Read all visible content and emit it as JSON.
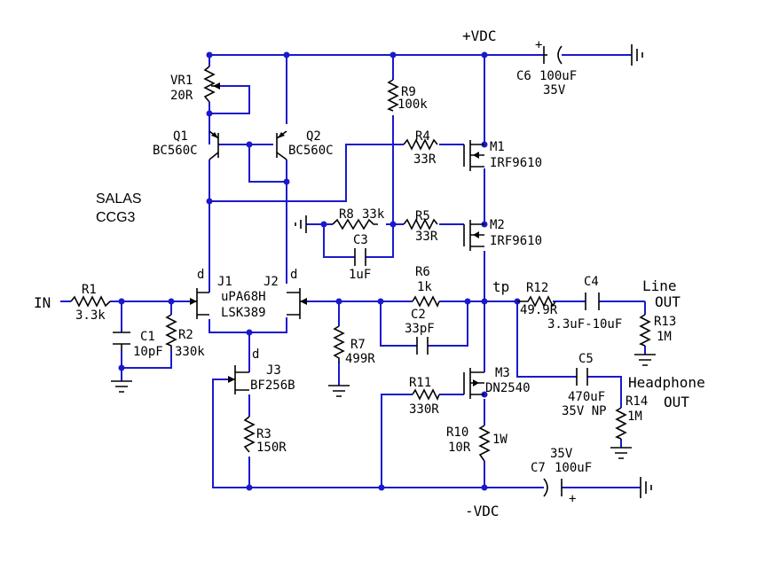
{
  "title": "SALAS",
  "subtitle": "CCG3",
  "rails": {
    "positive": "+VDC",
    "negative": "-VDC"
  },
  "input": {
    "label": "IN"
  },
  "outputs": {
    "line": [
      "Line",
      "OUT"
    ],
    "headphone": [
      "Headphone",
      "OUT"
    ],
    "test_point": "tp"
  },
  "components": {
    "VR1": {
      "ref": "VR1",
      "value": "20R"
    },
    "Q1": {
      "ref": "Q1",
      "value": "BC560C"
    },
    "Q2": {
      "ref": "Q2",
      "value": "BC560C"
    },
    "R9": {
      "ref": "R9",
      "value": "100k"
    },
    "R4": {
      "ref": "R4",
      "value": "33R"
    },
    "M1": {
      "ref": "M1",
      "value": "IRF9610"
    },
    "R8": {
      "ref": "R8",
      "value": "33k"
    },
    "C3": {
      "ref": "C3",
      "value": "1uF"
    },
    "R5": {
      "ref": "R5",
      "value": "33R"
    },
    "M2": {
      "ref": "M2",
      "value": "IRF9610"
    },
    "J1": {
      "ref": "J1",
      "value": "uPA68H"
    },
    "J2": {
      "ref": "J2",
      "value": "LSK389"
    },
    "R1": {
      "ref": "R1",
      "value": "3.3k"
    },
    "C1": {
      "ref": "C1",
      "value": "10pF"
    },
    "R2": {
      "ref": "R2",
      "value": "330k"
    },
    "R6": {
      "ref": "R6",
      "value": "1k"
    },
    "C2": {
      "ref": "C2",
      "value": "33pF"
    },
    "R7": {
      "ref": "R7",
      "value": "499R"
    },
    "J3": {
      "ref": "J3",
      "value": "BF256B"
    },
    "R3": {
      "ref": "R3",
      "value": "150R"
    },
    "R11": {
      "ref": "R11",
      "value": "330R"
    },
    "M3": {
      "ref": "M3",
      "value": "DN2540"
    },
    "R10": {
      "ref": "R10",
      "value": "10R",
      "note": "1W"
    },
    "R12": {
      "ref": "R12",
      "value": "49.9R"
    },
    "C4": {
      "ref": "C4",
      "value": "3.3uF-10uF"
    },
    "R13": {
      "ref": "R13",
      "value": "1M"
    },
    "C5": {
      "ref": "C5",
      "value": "470uF",
      "note": "35V NP"
    },
    "R14": {
      "ref": "R14",
      "value": "1M"
    },
    "C6": {
      "ref": "C6",
      "value": "100uF",
      "note": "35V"
    },
    "C7": {
      "ref": "C7",
      "value": "100uF",
      "note": "35V"
    }
  },
  "pin_labels": {
    "drain": "d"
  },
  "polarity": {
    "plus": "+"
  }
}
